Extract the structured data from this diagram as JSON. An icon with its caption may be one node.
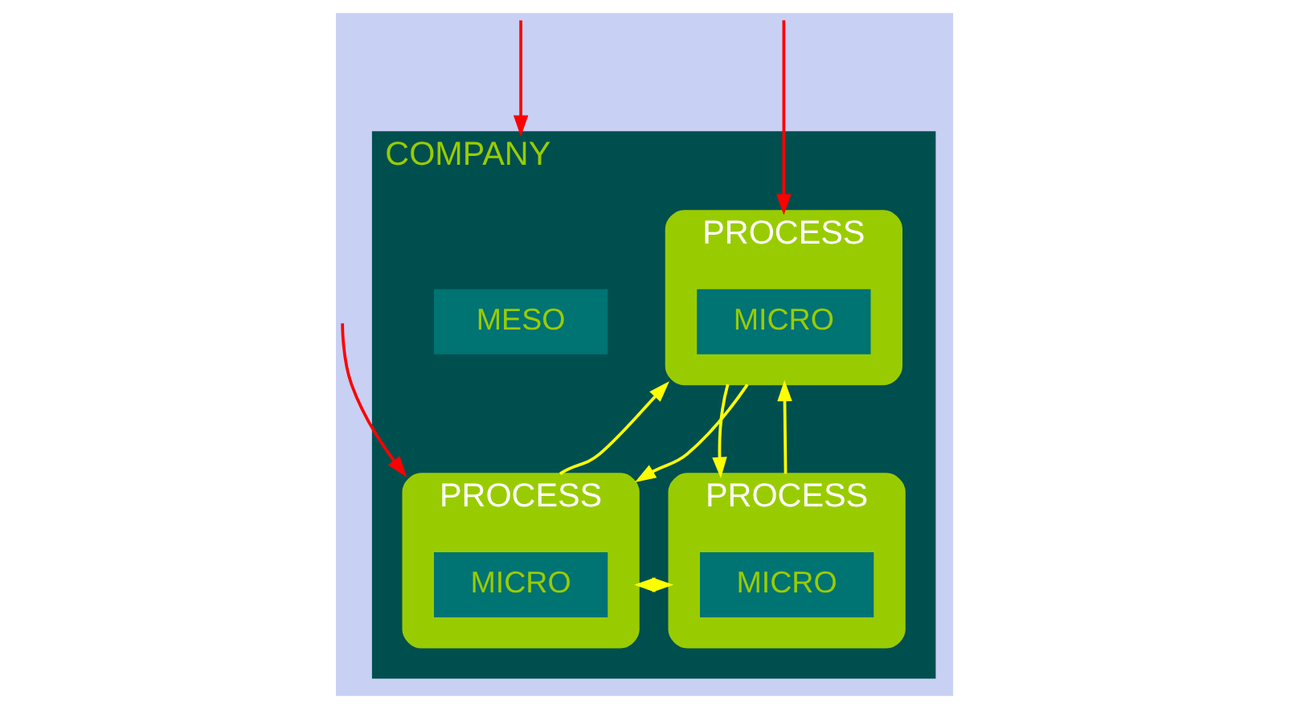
{
  "diagram": {
    "nodes": [
      {
        "text": [
          "COMPANY"
        ]
      },
      {
        "text": [
          "MESO"
        ],
        "in": 0
      },
      {
        "text": [
          "PROCESS"
        ],
        "in": 0
      },
      {
        "text": [
          "MICRO"
        ],
        "in": 2
      },
      {
        "text": [
          "PROCESS"
        ],
        "in": 0
      },
      {
        "text": [
          "MICRO"
        ],
        "in": 4
      },
      {
        "text": [
          "PROCESS"
        ],
        "in": 0
      },
      {
        "text": [
          "MICRO"
        ],
        "in": 6
      }
    ],
    "edges": [
      {
        "from": 4,
        "to": 2,
        "arrow": "to"
      },
      {
        "from": 2,
        "to": 4,
        "arrow": "to"
      },
      {
        "from": 2,
        "to": 6,
        "arrow": "to"
      },
      {
        "from": 6,
        "to": 2,
        "arrow": "to"
      },
      {
        "from": 4,
        "to": 6,
        "arrow": "to"
      },
      {
        "from": 6,
        "to": 4,
        "arrow": "to"
      },
      {
        "from": null,
        "to": 0,
        "arrow": "to",
        "color": "#ff0000"
      },
      {
        "from": null,
        "to": 2,
        "arrow": "to",
        "color": "#ff0000"
      },
      {
        "from": null,
        "to": 4,
        "arrow": "to",
        "color": "#ff0000"
      }
    ]
  }
}
